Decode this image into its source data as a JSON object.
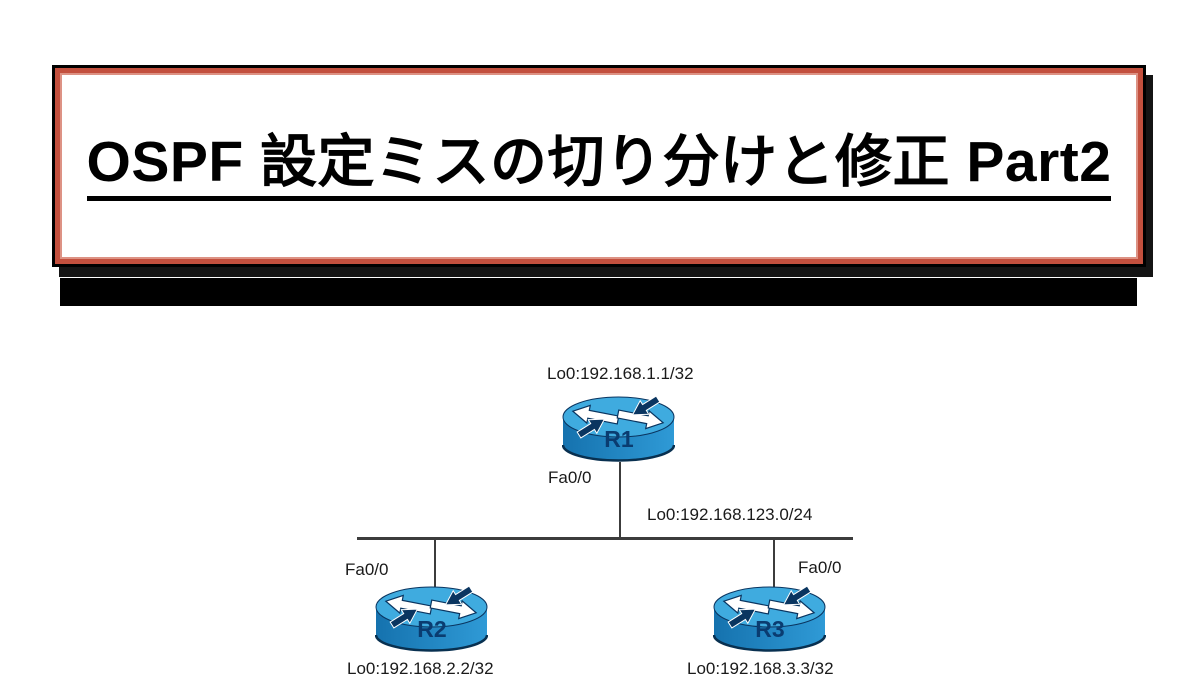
{
  "slide": {
    "title": "OSPF 設定ミスの切り分けと修正 Part2",
    "colors": {
      "title_border_red": "#c3503e",
      "title_border_black": "#000000",
      "title_shadow": "#141414",
      "divider_bar": "#000000"
    }
  },
  "diagram": {
    "segment_label": "Lo0:192.168.123.0/24",
    "routers": [
      {
        "name": "R1",
        "loopback": "Lo0:192.168.1.1/32",
        "interface": "Fa0/0"
      },
      {
        "name": "R2",
        "loopback": "Lo0:192.168.2.2/32",
        "interface": "Fa0/0"
      },
      {
        "name": "R3",
        "loopback": "Lo0:192.168.3.3/32",
        "interface": "Fa0/0"
      }
    ],
    "icon_colors": {
      "top_face": "#3fabdf",
      "body_dark": "#1572ae",
      "body_light": "#2f9ad6",
      "outline": "#0a3560",
      "name_text": "#0a3c70"
    }
  }
}
